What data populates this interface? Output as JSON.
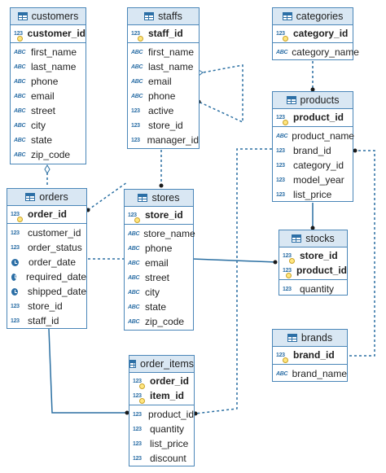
{
  "type_labels": {
    "numeric": "123",
    "string": "ABC"
  },
  "icons": {
    "table": "table-icon",
    "key": "key-icon",
    "date": "clock-icon"
  },
  "colors": {
    "border": "#4a86b8",
    "header": "#d9e7f3",
    "icon": "#2c6fa6",
    "line": "#2a6fa2"
  },
  "entities": {
    "customers": {
      "title": "customers",
      "pk": [
        {
          "name": "customer_id",
          "type": "numeric"
        }
      ],
      "columns": [
        {
          "name": "first_name",
          "type": "string"
        },
        {
          "name": "last_name",
          "type": "string"
        },
        {
          "name": "phone",
          "type": "string"
        },
        {
          "name": "email",
          "type": "string"
        },
        {
          "name": "street",
          "type": "string"
        },
        {
          "name": "city",
          "type": "string"
        },
        {
          "name": "state",
          "type": "string"
        },
        {
          "name": "zip_code",
          "type": "string"
        }
      ]
    },
    "staffs": {
      "title": "staffs",
      "pk": [
        {
          "name": "staff_id",
          "type": "numeric"
        }
      ],
      "columns": [
        {
          "name": "first_name",
          "type": "string"
        },
        {
          "name": "last_name",
          "type": "string"
        },
        {
          "name": "email",
          "type": "string"
        },
        {
          "name": "phone",
          "type": "string"
        },
        {
          "name": "active",
          "type": "numeric"
        },
        {
          "name": "store_id",
          "type": "numeric"
        },
        {
          "name": "manager_id",
          "type": "numeric"
        }
      ]
    },
    "categories": {
      "title": "categories",
      "pk": [
        {
          "name": "category_id",
          "type": "numeric"
        }
      ],
      "columns": [
        {
          "name": "category_name",
          "type": "string"
        }
      ]
    },
    "products": {
      "title": "products",
      "pk": [
        {
          "name": "product_id",
          "type": "numeric"
        }
      ],
      "columns": [
        {
          "name": "product_name",
          "type": "string"
        },
        {
          "name": "brand_id",
          "type": "numeric"
        },
        {
          "name": "category_id",
          "type": "numeric"
        },
        {
          "name": "model_year",
          "type": "numeric"
        },
        {
          "name": "list_price",
          "type": "numeric"
        }
      ]
    },
    "orders": {
      "title": "orders",
      "pk": [
        {
          "name": "order_id",
          "type": "numeric"
        }
      ],
      "columns": [
        {
          "name": "customer_id",
          "type": "numeric"
        },
        {
          "name": "order_status",
          "type": "numeric"
        },
        {
          "name": "order_date",
          "type": "date"
        },
        {
          "name": "required_date",
          "type": "date"
        },
        {
          "name": "shipped_date",
          "type": "date"
        },
        {
          "name": "store_id",
          "type": "numeric"
        },
        {
          "name": "staff_id",
          "type": "numeric"
        }
      ]
    },
    "stores": {
      "title": "stores",
      "pk": [
        {
          "name": "store_id",
          "type": "numeric"
        }
      ],
      "columns": [
        {
          "name": "store_name",
          "type": "string"
        },
        {
          "name": "phone",
          "type": "string"
        },
        {
          "name": "email",
          "type": "string"
        },
        {
          "name": "street",
          "type": "string"
        },
        {
          "name": "city",
          "type": "string"
        },
        {
          "name": "state",
          "type": "string"
        },
        {
          "name": "zip_code",
          "type": "string"
        }
      ]
    },
    "stocks": {
      "title": "stocks",
      "pk": [
        {
          "name": "store_id",
          "type": "numeric"
        },
        {
          "name": "product_id",
          "type": "numeric"
        }
      ],
      "columns": [
        {
          "name": "quantity",
          "type": "numeric"
        }
      ]
    },
    "brands": {
      "title": "brands",
      "pk": [
        {
          "name": "brand_id",
          "type": "numeric"
        }
      ],
      "columns": [
        {
          "name": "brand_name",
          "type": "string"
        }
      ]
    },
    "order_items": {
      "title": "order_items",
      "pk": [
        {
          "name": "order_id",
          "type": "numeric"
        },
        {
          "name": "item_id",
          "type": "numeric"
        }
      ],
      "columns": [
        {
          "name": "product_id",
          "type": "numeric"
        },
        {
          "name": "quantity",
          "type": "numeric"
        },
        {
          "name": "list_price",
          "type": "numeric"
        },
        {
          "name": "discount",
          "type": "numeric"
        }
      ]
    }
  }
}
